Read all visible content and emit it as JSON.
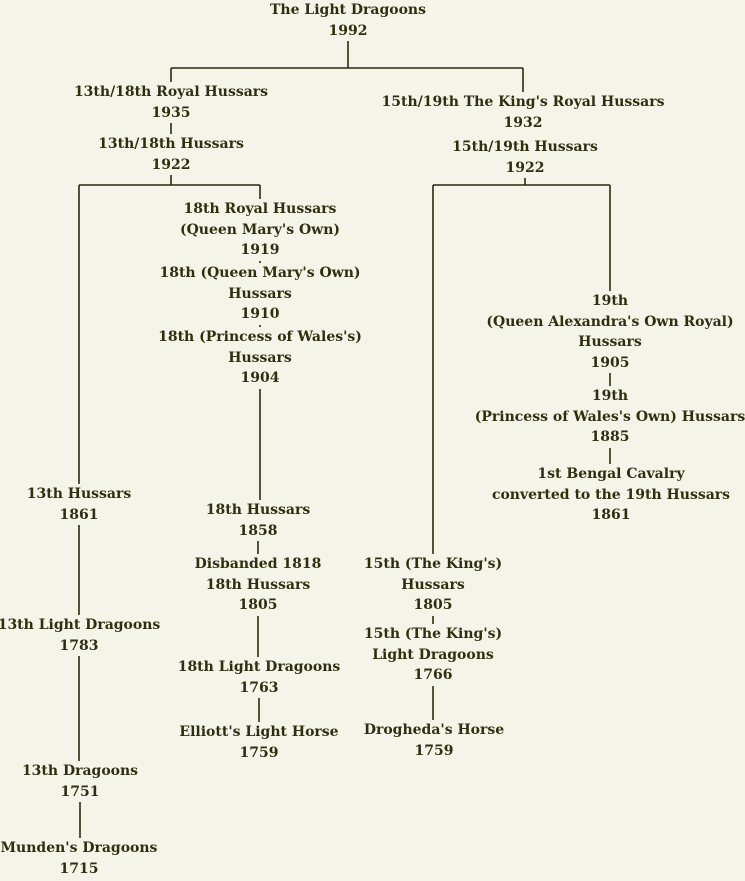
{
  "title": "",
  "nodes": {
    "light_dragoons": {
      "lines": [
        "The Light Dragoons",
        "1992"
      ]
    },
    "r_13_18_royal": {
      "lines": [
        "13th/18th Royal Hussars",
        "1935"
      ]
    },
    "r_13_18": {
      "lines": [
        "13th/18th Hussars",
        "1922"
      ]
    },
    "r_15_19_kings": {
      "lines": [
        "15th/19th The King's Royal Hussars",
        "1932"
      ]
    },
    "r_15_19": {
      "lines": [
        "15th/19th Hussars",
        "1922"
      ]
    },
    "r_18_royal": {
      "lines": [
        "18th Royal Hussars",
        "(Queen Mary's Own)",
        "1919"
      ]
    },
    "r_18_qmo": {
      "lines": [
        "18th (Queen Mary's Own)",
        "Hussars",
        "1910"
      ]
    },
    "r_18_pow": {
      "lines": [
        "18th (Princess of Wales's)",
        "Hussars",
        "1904"
      ]
    },
    "r_18_1858": {
      "lines": [
        "18th Hussars",
        "1858"
      ]
    },
    "r_18_1805": {
      "lines": [
        "Disbanded 1818",
        "18th Hussars",
        "1805"
      ]
    },
    "r_18_ld": {
      "lines": [
        "18th Light Dragoons",
        "1763"
      ]
    },
    "elliotts": {
      "lines": [
        "Elliott's Light Horse",
        "1759"
      ]
    },
    "r_13_hussars": {
      "lines": [
        "13th Hussars",
        "1861"
      ]
    },
    "r_13_ld": {
      "lines": [
        "13th Light Dragoons",
        "1783"
      ]
    },
    "r_13_dragoons": {
      "lines": [
        "13th Dragoons",
        "1751"
      ]
    },
    "mundens": {
      "lines": [
        "Munden's Dragoons",
        "1715"
      ]
    },
    "r_19_qao": {
      "lines": [
        "19th",
        "(Queen Alexandra's Own Royal)",
        "Hussars",
        "1905"
      ]
    },
    "r_19_pow": {
      "lines": [
        "19th",
        "(Princess of Wales's Own) Hussars",
        "1885"
      ]
    },
    "bengal": {
      "lines": [
        "1st Bengal Cavalry",
        "converted to the 19th Hussars",
        "1861"
      ]
    },
    "r_15_hussars": {
      "lines": [
        "15th (The King's)",
        "Hussars",
        "1805"
      ]
    },
    "r_15_ld": {
      "lines": [
        "15th (The King's)",
        "Light Dragoons",
        "1766"
      ]
    },
    "droghedas": {
      "lines": [
        "Drogheda's Horse",
        "1759"
      ]
    }
  }
}
